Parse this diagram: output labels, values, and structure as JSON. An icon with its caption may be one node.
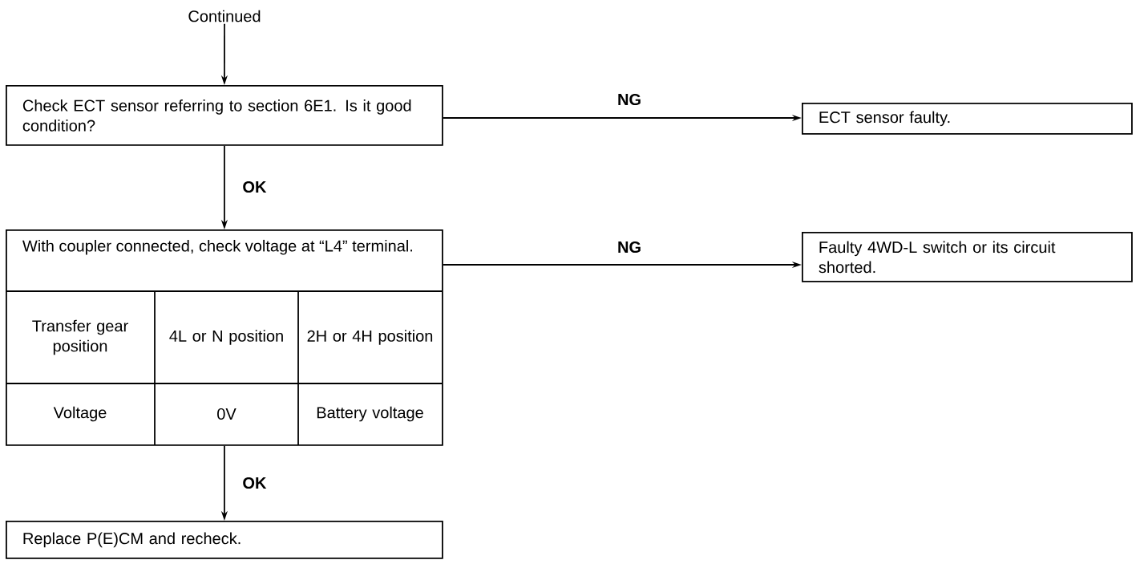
{
  "diagram": {
    "nodes": [
      {
        "text": [
          "Continued"
        ]
      },
      {
        "text": [
          "Check ECT sensor referring to section 6E1. Is it good condition?"
        ]
      },
      {
        "text": [
          "ECT sensor faulty."
        ]
      },
      {
        "text": [
          "With coupler connected, check voltage at “L4” terminal."
        ]
      },
      {
        "text": [
          "Faulty 4WD-L switch or its circuit shorted."
        ]
      },
      {
        "text": [
          "Replace P(E)CM and recheck."
        ]
      }
    ],
    "edges": [
      {
        "from": 0,
        "to": 1,
        "arrow": "to"
      },
      {
        "from": 1,
        "to": 2,
        "arrow": "to",
        "label": "NG"
      },
      {
        "from": 1,
        "to": 3,
        "arrow": "to",
        "label": "OK"
      },
      {
        "from": 3,
        "to": 4,
        "arrow": "to",
        "label": "NG"
      },
      {
        "from": 3,
        "to": 5,
        "arrow": "to",
        "label": "OK"
      }
    ],
    "labels": [
      "Transfer gear position",
      "4L or N position",
      "2H or 4H position",
      "Voltage",
      "0V",
      "Battery voltage"
    ]
  }
}
